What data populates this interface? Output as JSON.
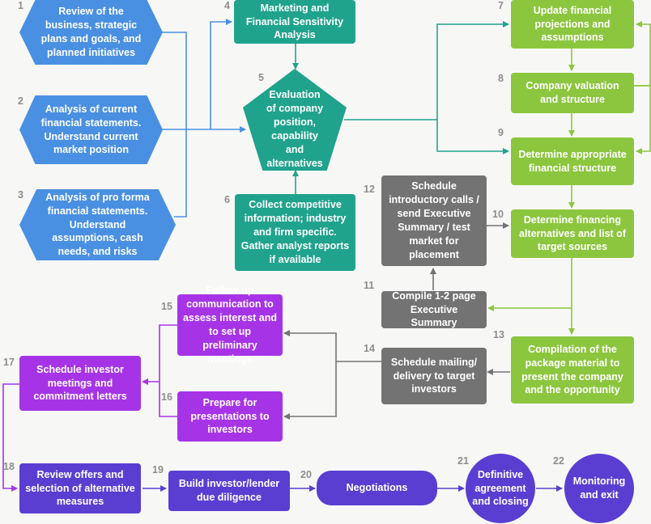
{
  "steps": [
    {
      "num": "1",
      "text": "Review of the business, strategic plans and goals, and planned initiatives"
    },
    {
      "num": "2",
      "text": "Analysis of current financial statements. Understand current market position"
    },
    {
      "num": "3",
      "text": "Analysis of pro forma financial statements. Understand assumptions, cash needs, and risks"
    },
    {
      "num": "4",
      "text": "Marketing and Financial Sensitivity Analysis"
    },
    {
      "num": "5",
      "text": "Evaluation of company position, capability and alternatives"
    },
    {
      "num": "6",
      "text": "Collect competitive information; industry and firm specific. Gather analyst reports if available"
    },
    {
      "num": "7",
      "text": "Update financial projections and assumptions"
    },
    {
      "num": "8",
      "text": "Company valuation and structure"
    },
    {
      "num": "9",
      "text": "Determine appropriate financial structure"
    },
    {
      "num": "10",
      "text": "Determine financing alternatives and list of target sources"
    },
    {
      "num": "11",
      "text": "Compile 1-2 page Executive Summary"
    },
    {
      "num": "12",
      "text": "Schedule introductory calls / send Executive Summary / test market for placement"
    },
    {
      "num": "13",
      "text": "Compilation of the package material to present the company and the opportunity"
    },
    {
      "num": "14",
      "text": "Schedule mailing/ delivery to target investors"
    },
    {
      "num": "15",
      "text": "Follow-up communication to assess interest and to set up preliminary meetings"
    },
    {
      "num": "16",
      "text": "Prepare for presentations to investors"
    },
    {
      "num": "17",
      "text": "Schedule investor meetings and commitment letters"
    },
    {
      "num": "18",
      "text": "Review offers and selection of alternative measures"
    },
    {
      "num": "19",
      "text": "Build investor/lender due diligence"
    },
    {
      "num": "20",
      "text": "Negotiations"
    },
    {
      "num": "21",
      "text": "Definitive agreement and closing"
    },
    {
      "num": "22",
      "text": "Monitoring and exit"
    }
  ],
  "colors": {
    "blue": "#4a90e2",
    "teal": "#20a38d",
    "green": "#8cc63f",
    "gray": "#737373",
    "violet": "#a634e6",
    "indigo": "#5a3ed2"
  }
}
